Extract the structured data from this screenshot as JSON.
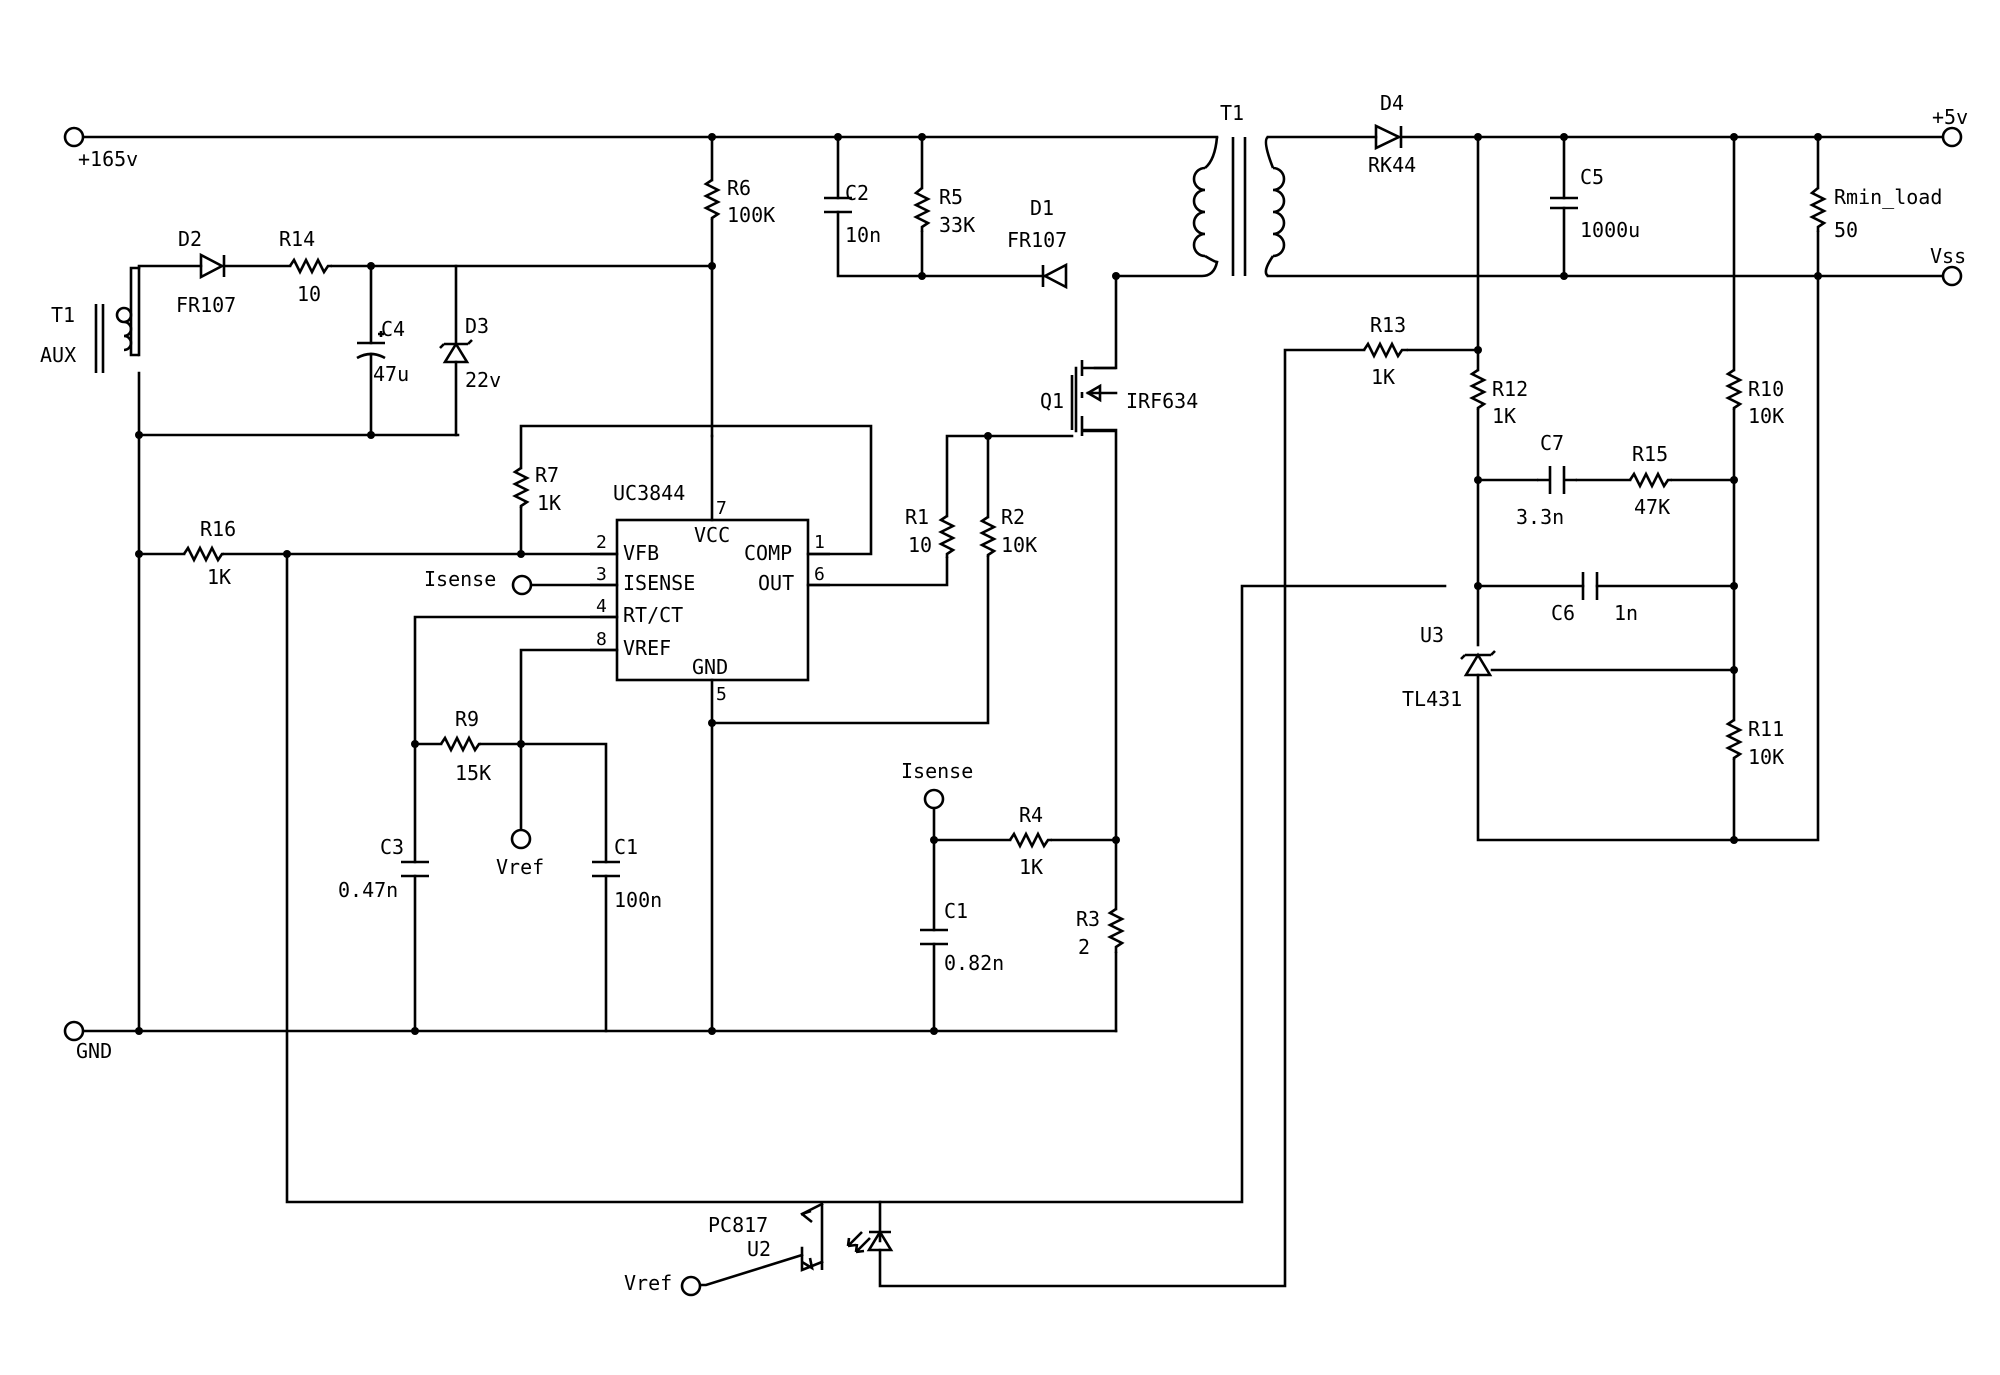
{
  "nets": {
    "supply_in": "+165v",
    "ground": "GND",
    "out_pos": "+5v",
    "out_neg": "Vss",
    "isense_a": "Isense",
    "isense_b": "Isense",
    "vref_a": "Vref",
    "vref_b": "Vref"
  },
  "components": {
    "t1_main": "T1",
    "t1_aux": "T1",
    "aux": "AUX",
    "d2": "D2",
    "d2_val": "FR107",
    "r14": "R14",
    "r14_val": "10",
    "c4": "C4",
    "c4_val": "47u",
    "d3": "D3",
    "d3_val": "22v",
    "r6": "R6",
    "r6_val": "100K",
    "c2": "C2",
    "c2_val": "10n",
    "r5": "R5",
    "r5_val": "33K",
    "d1": "D1",
    "d1_val": "FR107",
    "d4": "D4",
    "d4_val": "RK44",
    "c5": "C5",
    "c5_val": "1000u",
    "rmin": "Rmin_load",
    "rmin_val": "50",
    "q1": "Q1",
    "q1_val": "IRF634",
    "r7": "R7",
    "r7_val": "1K",
    "r16": "R16",
    "r16_val": "1K",
    "r1": "R1",
    "r1_val": "10",
    "r2": "R2",
    "r2_val": "10K",
    "r9": "R9",
    "r9_val": "15K",
    "c3": "C3",
    "c3_val": "0.47n",
    "c1a": "C1",
    "c1a_val": "100n",
    "r4": "R4",
    "r4_val": "1K",
    "c1b": "C1",
    "c1b_val": "0.82n",
    "r3": "R3",
    "r3_val": "2",
    "r13": "R13",
    "r13_val": "1K",
    "r12": "R12",
    "r12_val": "1K",
    "r10": "R10",
    "r10_val": "10K",
    "c7": "C7",
    "c7_val": "3.3n",
    "r15": "R15",
    "r15_val": "47K",
    "c6": "C6",
    "c6_val": "1n",
    "u3": "U3",
    "u3_val": "TL431",
    "r11": "R11",
    "r11_val": "10K",
    "u2": "U2",
    "u2_val": "PC817"
  },
  "ic": {
    "name": "UC3844",
    "vcc": "VCC",
    "vfb": "VFB",
    "isense": "ISENSE",
    "rtct": "RT/CT",
    "vref": "VREF",
    "comp": "COMP",
    "out": "OUT",
    "gnd": "GND",
    "pin1": "1",
    "pin2": "2",
    "pin3": "3",
    "pin4": "4",
    "pin5": "5",
    "pin6": "6",
    "pin7": "7",
    "pin8": "8"
  }
}
